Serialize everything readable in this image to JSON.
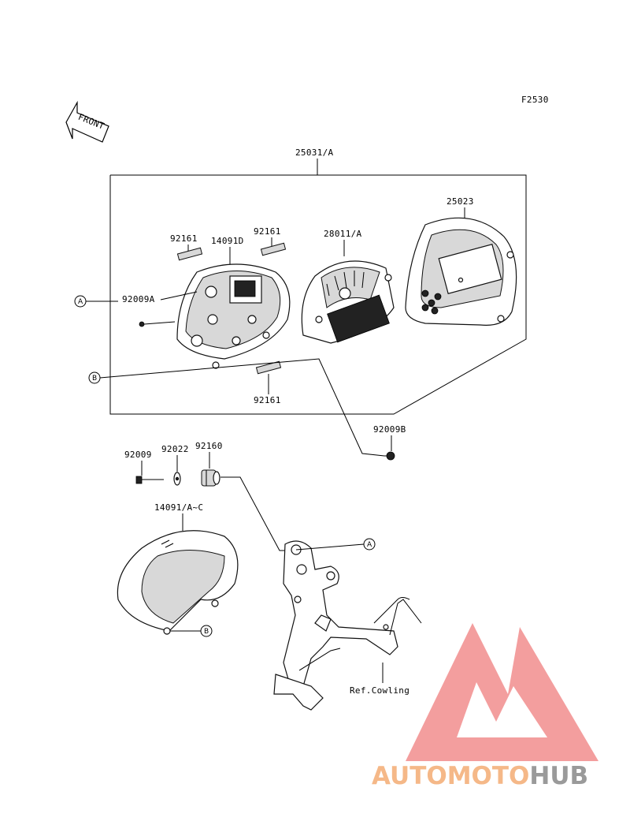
{
  "figure_code": "F2530",
  "front_label": "FRONT",
  "part_numbers": {
    "assembly": "25031/A",
    "cover": "25023",
    "meter_unit": "28011/A",
    "case": "14091D",
    "label_top_left": "92161",
    "label_top_right": "92161",
    "label_bottom": "92161",
    "screw_a": "92009A",
    "screw_b": "92009B",
    "screw": "92009",
    "washer": "92022",
    "grommet": "92160",
    "cover_rear": "14091/A~C"
  },
  "callouts": {
    "a_left": "A",
    "b_left": "B",
    "a_bracket": "A",
    "b_cover": "B"
  },
  "reference": "Ref.Cowling",
  "watermark": {
    "part1": "AUTOMOTO",
    "part2": "HUB",
    "color1": "#f5b888",
    "color2": "#9a9a9a",
    "logo_color": "#f08080"
  }
}
